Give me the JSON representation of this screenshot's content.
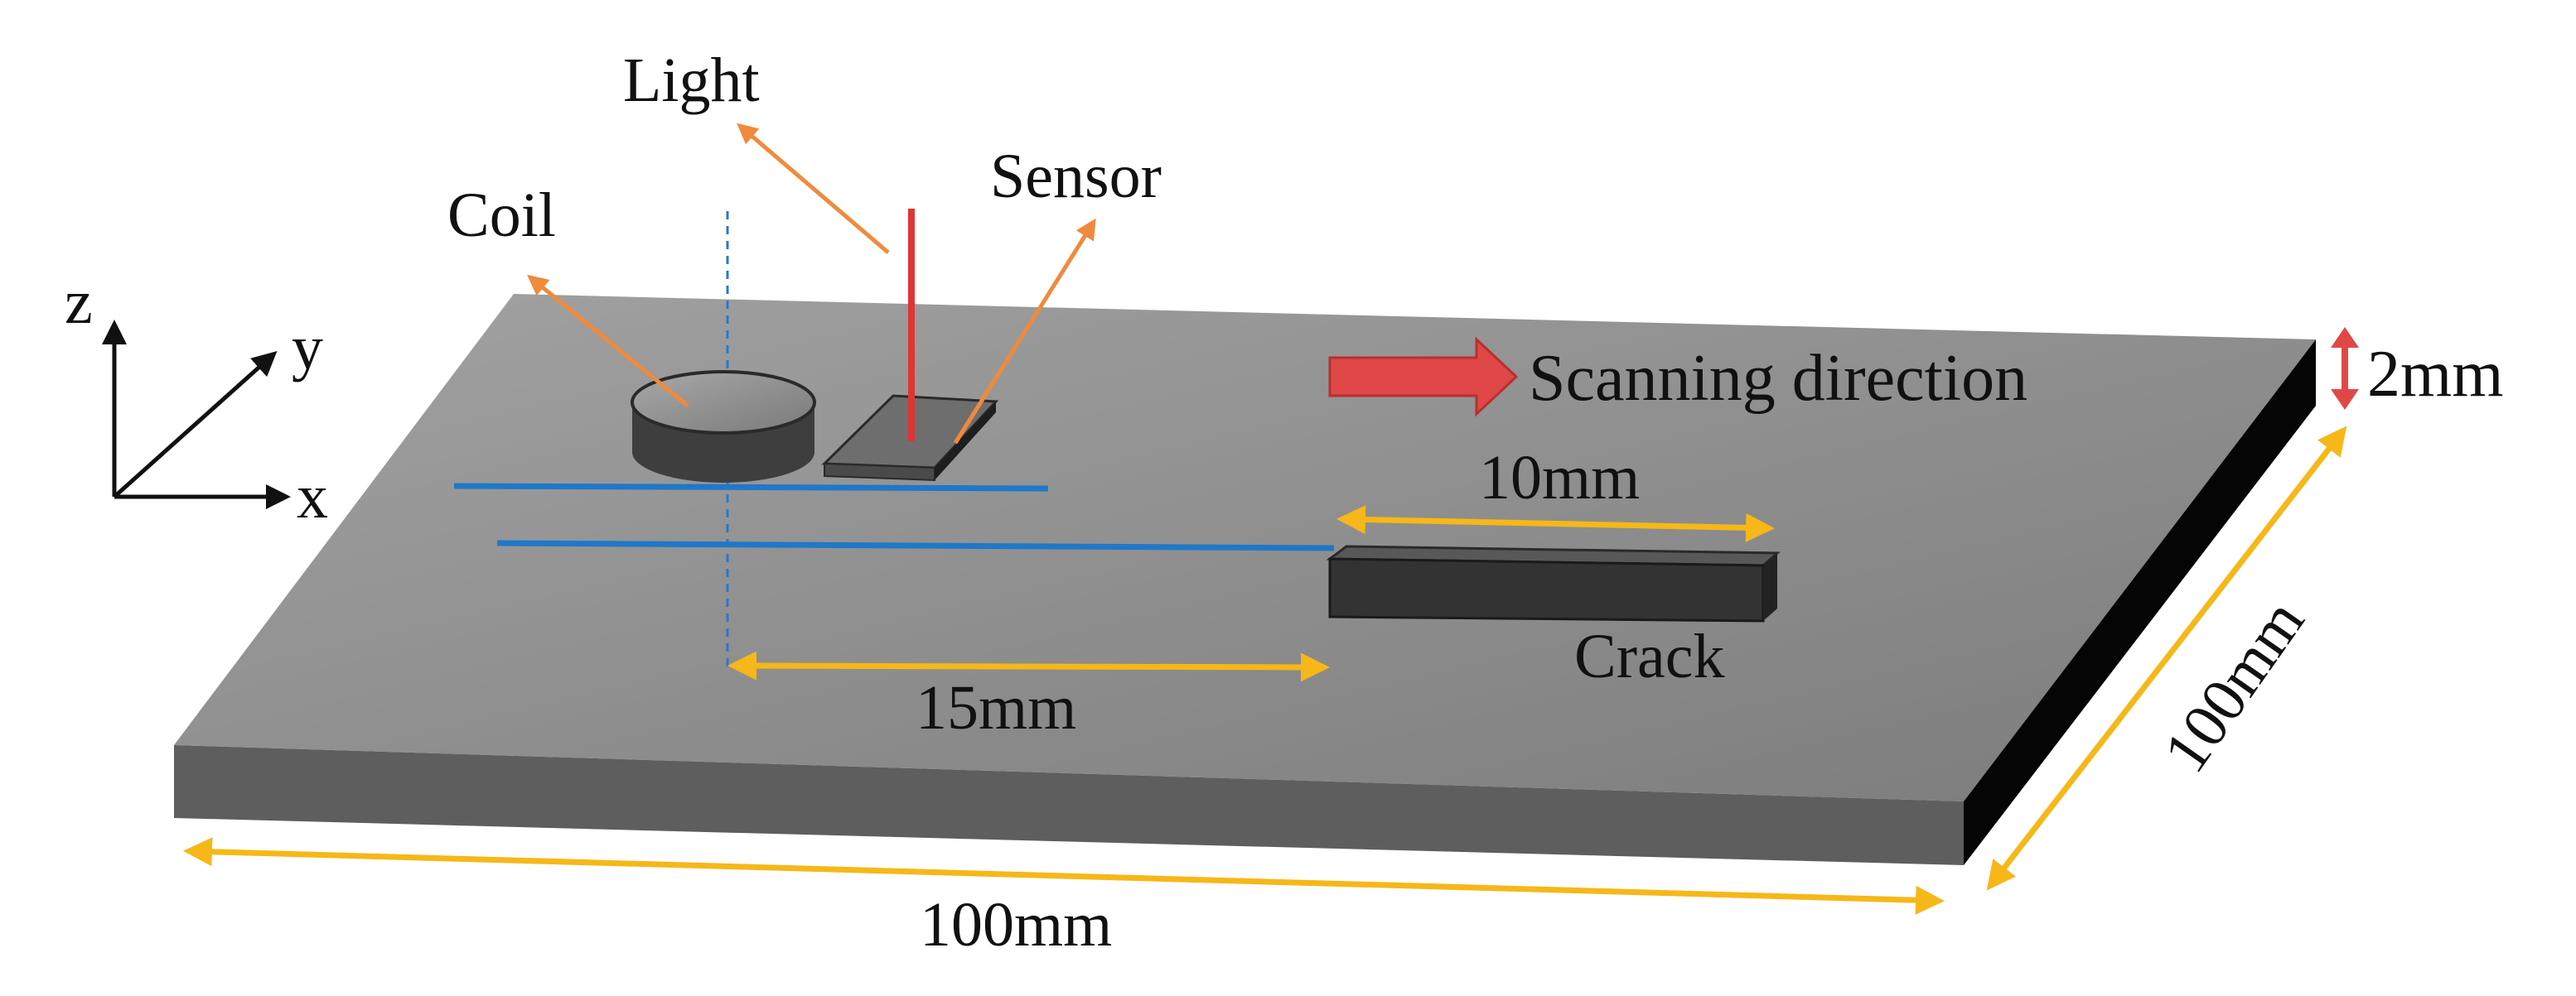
{
  "labels": {
    "light": "Light",
    "sensor": "Sensor",
    "coil": "Coil",
    "scanning_direction": "Scanning direction",
    "thickness": "2mm",
    "crack_length": "10mm",
    "crack": "Crack",
    "offset": "15mm",
    "plate_length": "100mm",
    "plate_width": "100mm"
  },
  "axes": {
    "x": "x",
    "y": "y",
    "z": "z"
  },
  "colors": {
    "plate_top": "#8a8a8a",
    "plate_front": "#5e5e5e",
    "plate_side": "#050505",
    "dimension_arrow": "#f6b818",
    "pointer_arrow": "#f08a3c",
    "scan_line": "#1f78c8",
    "laser": "#e03535",
    "scan_arrow": "#e04848",
    "crack": "#3a3a3a",
    "coil": "#404040"
  }
}
